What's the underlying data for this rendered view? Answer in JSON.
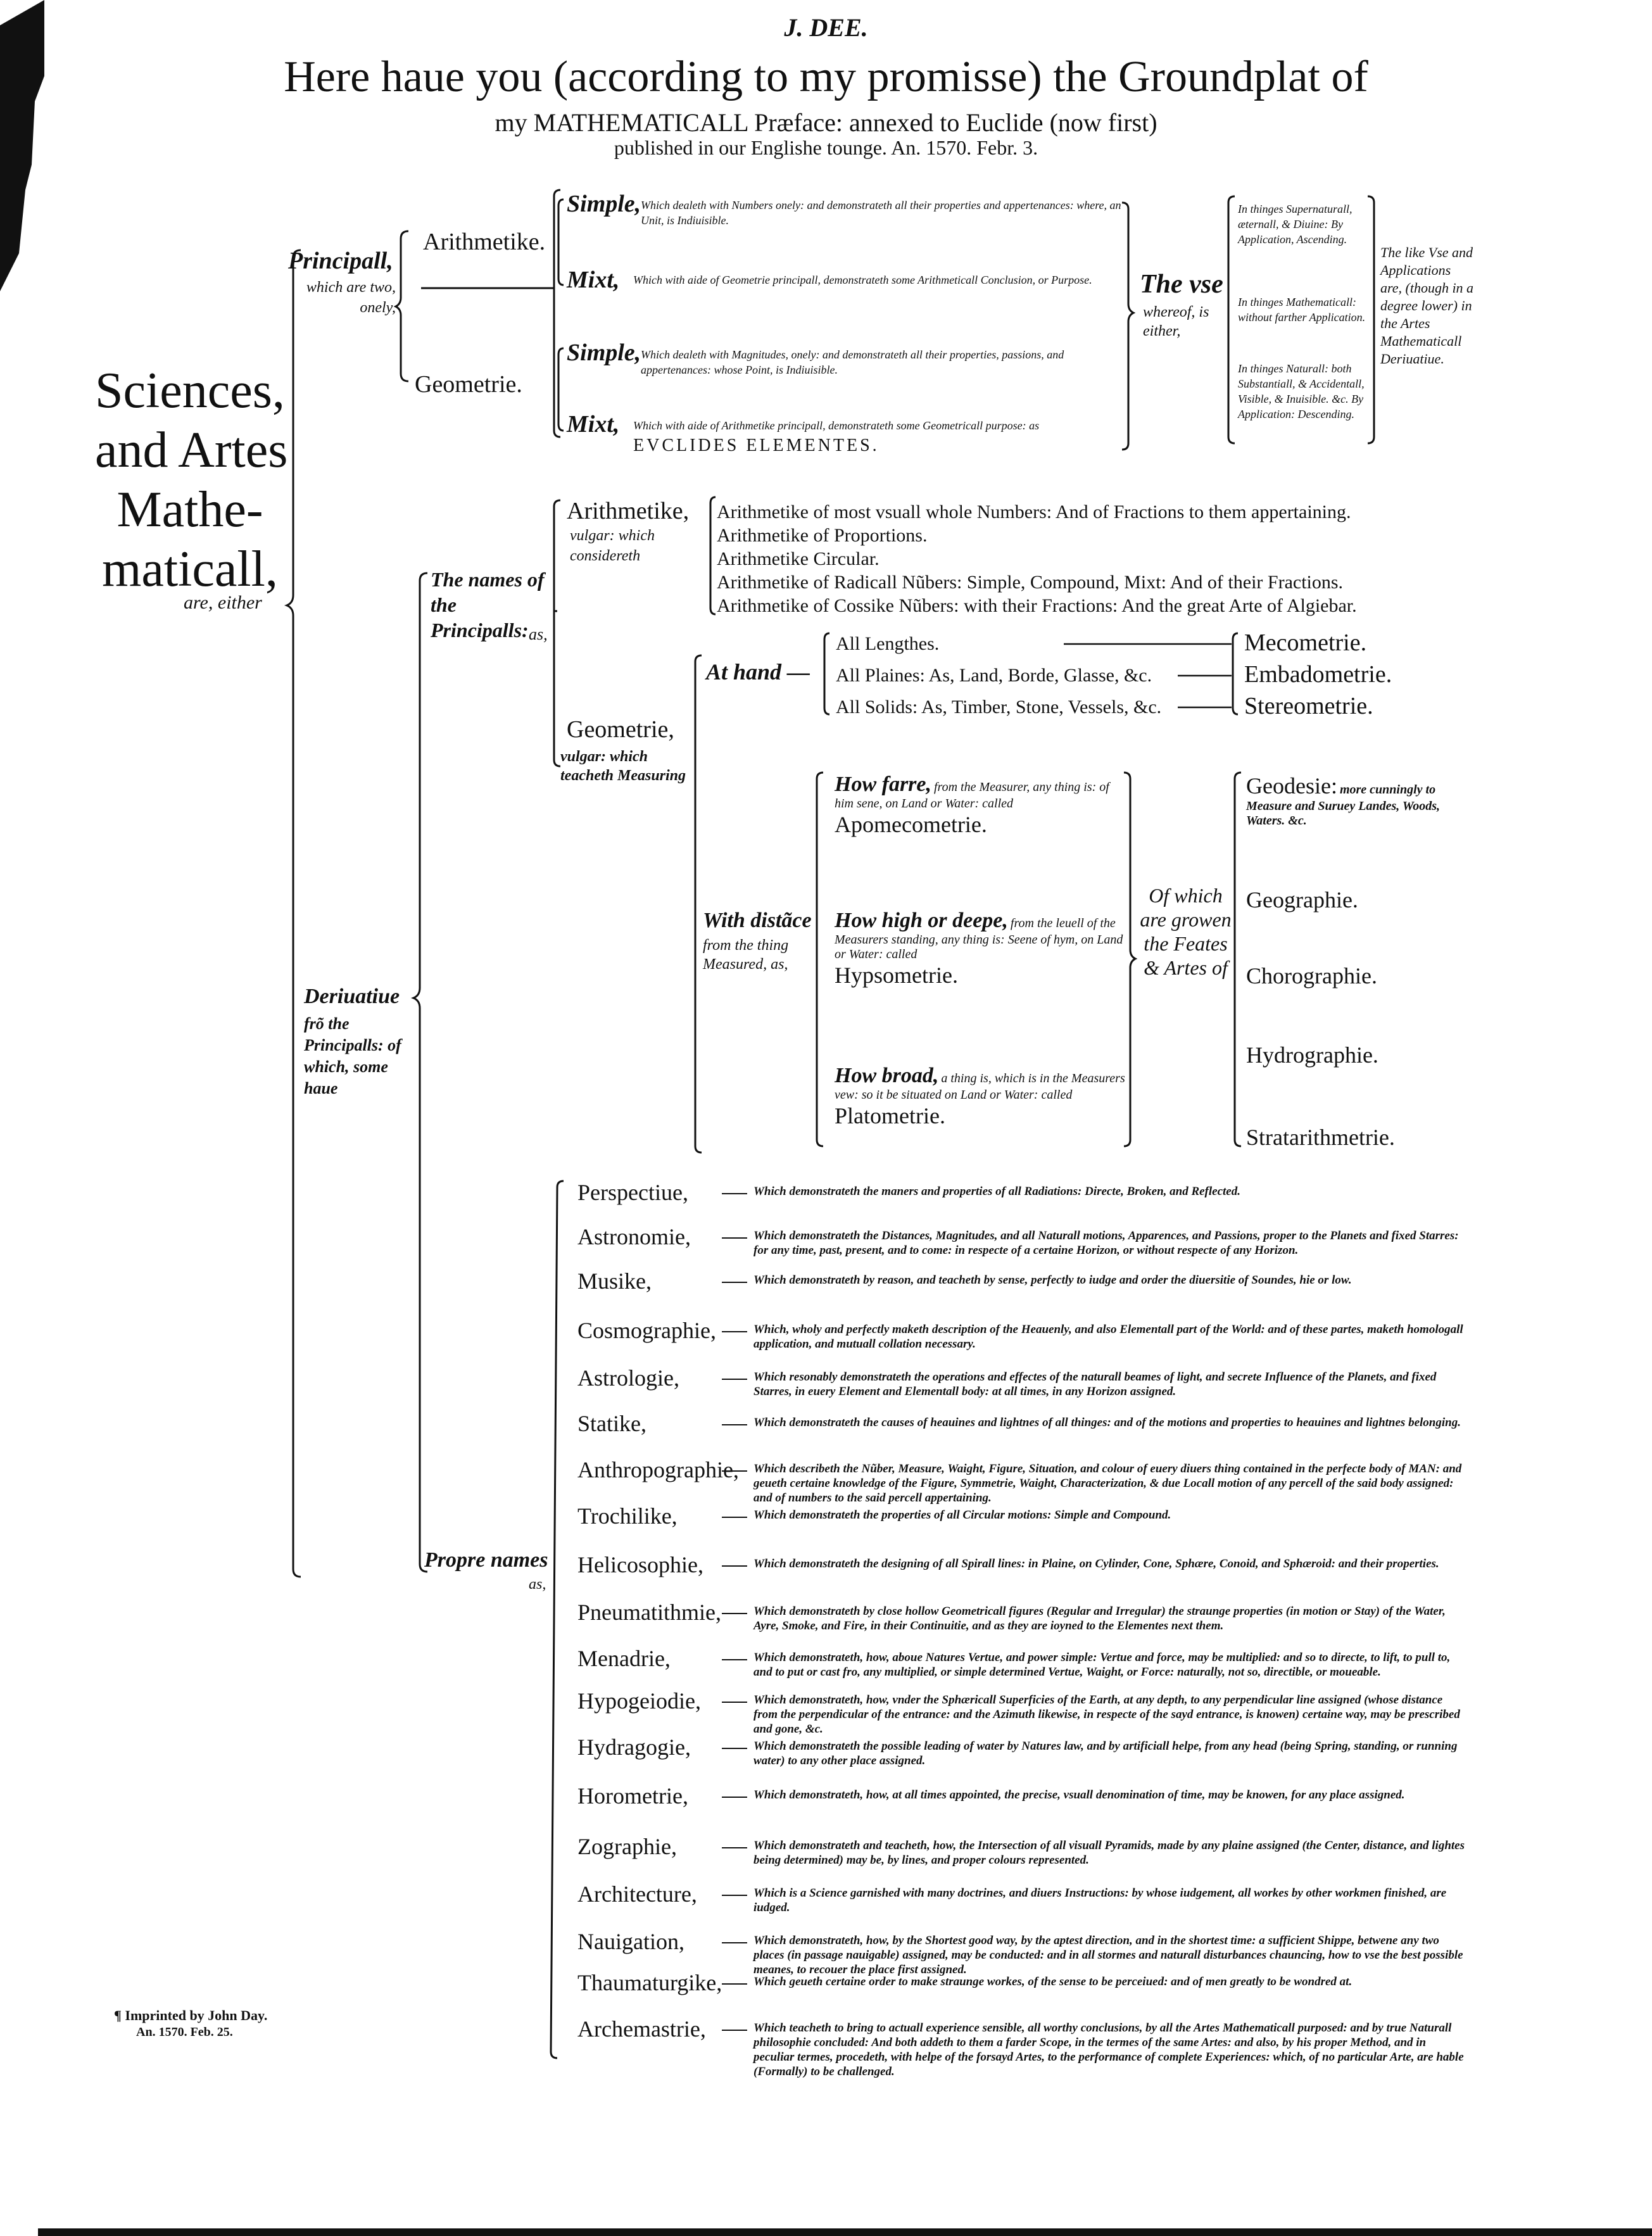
{
  "header": {
    "author": "J. DEE.",
    "title": "Here haue you (according to my promisse) the Groundplat of",
    "subtitle_1": "my MATHEMATICALL Præface: annexed to Euclide (now first)",
    "subtitle_2": "published in our Englishe tounge. An. 1570. Febr. 3."
  },
  "root": {
    "lines": [
      "Sciences,",
      "and Artes",
      "Mathe-",
      "maticall,"
    ],
    "tail": "are, either"
  },
  "principall": {
    "label": "Principall,",
    "note": "which are two, onely,",
    "arithmetike": {
      "label": "Arithmetike.",
      "simple_label": "Simple,",
      "simple_text": "Which dealeth with Numbers onely: and demonstrateth all their properties and appertenances: where, an Unit, is Indiuisible.",
      "mixt_label": "Mixt,",
      "mixt_text": "Which with aide of Geometrie principall, demonstrateth some Arithmeticall Conclusion, or Purpose."
    },
    "geometrie": {
      "label": "Geometrie.",
      "simple_label": "Simple,",
      "simple_text": "Which dealeth with Magnitudes, onely: and demonstrateth all their properties, passions, and appertenances: whose Point, is Indiuisible.",
      "mixt_label": "Mixt,",
      "mixt_text": "Which with aide of Arithmetike principall, demonstrateth some Geometricall purpose: as",
      "mixt_tail": "EVCLIDES ELEMENTES."
    },
    "use": {
      "label": "The vse",
      "label2": "whereof, is either,",
      "items": [
        "In thinges Supernaturall, æternall, & Diuine: By Application, Ascending.",
        "In thinges Mathematicall: without farther Application.",
        "In thinges Naturall: both Substantiall, & Accidentall, Visible, & Inuisible. &c. By Application: Descending."
      ],
      "like": "The like Vse and Applications are, (though in a degree lower) in the Artes Mathematicall Deriuatiue."
    }
  },
  "deriuatiue": {
    "label": "Deriuatiue",
    "note": "frõ the Principalls: of which, some haue",
    "names_label": "The names of the Principalls:",
    "names_as": "as,",
    "arith_vulgar": {
      "label": "Arithmetike,",
      "note": "vulgar: which considereth",
      "items": [
        "Arithmetike of most vsuall whole Numbers: And of Fractions to them appertaining.",
        "Arithmetike of Proportions.",
        "Arithmetike Circular.",
        "Arithmetike of Radicall Nũbers: Simple, Compound, Mixt: And of their Fractions.",
        "Arithmetike of Cossike Nũbers: with their Fractions: And the great Arte of Algiebar."
      ]
    },
    "geo_vulgar": {
      "label": "Geometrie,",
      "note": "vulgar: which teacheth Measuring",
      "at_hand": "At hand —",
      "at_hand_items": [
        {
          "thing": "All Lengthes.",
          "art": "Mecometrie."
        },
        {
          "thing": "All Plaines: As, Land, Borde, Glasse, &c.",
          "art": "Embadometrie."
        },
        {
          "thing": "All Solids: As, Timber, Stone, Vessels, &c.",
          "art": "Stereometrie."
        }
      ],
      "distance": "With distãce",
      "distance_note": "from the thing Measured, as,",
      "measures": [
        {
          "head": "How farre,",
          "text": "from the Measurer, any thing is: of him sene, on Land or Water: called",
          "name": "Apomecometrie."
        },
        {
          "head": "How high or deepe,",
          "text": "from the leuell of the Measurers standing, any thing is: Seene of hym, on Land or Water: called",
          "name": "Hypsometrie."
        },
        {
          "head": "How broad,",
          "text": "a thing is, which is in the Measurers vew: so it be situated on Land or Water: called",
          "name": "Platometrie."
        }
      ],
      "grown": "Of which are growen the Feates & Artes of",
      "feates": [
        {
          "name": "Geodesie:",
          "note": "more cunningly to Measure and Suruey Landes, Woods, Waters. &c."
        },
        {
          "name": "Geographie.",
          "note": ""
        },
        {
          "name": "Chorographie.",
          "note": ""
        },
        {
          "name": "Hydrographie.",
          "note": ""
        },
        {
          "name": "Stratarithmetrie.",
          "note": ""
        }
      ]
    },
    "propre_label": "Propre names",
    "propre_as": "as,",
    "propre": [
      {
        "name": "Perspectiue,",
        "text": "Which demonstrateth the maners and properties of all Radiations: Directe, Broken, and Reflected."
      },
      {
        "name": "Astronomie,",
        "text": "Which demonstrateth the Distances, Magnitudes, and all Naturall motions, Apparences, and Passions, proper to the Planets and fixed Starres: for any time, past, present, and to come: in respecte of a certaine Horizon, or without respecte of any Horizon."
      },
      {
        "name": "Musike,",
        "text": "Which demonstrateth by reason, and teacheth by sense, perfectly to iudge and order the diuersitie of Soundes, hie or low."
      },
      {
        "name": "Cosmographie,",
        "text": "Which, wholy and perfectly maketh description of the Heauenly, and also Elementall part of the World: and of these partes, maketh homologall application, and mutuall collation necessary."
      },
      {
        "name": "Astrologie,",
        "text": "Which resonably demonstrateth the operations and effectes of the naturall beames of light, and secrete Influence of the Planets, and fixed Starres, in euery Element and Elementall body: at all times, in any Horizon assigned."
      },
      {
        "name": "Statike,",
        "text": "Which demonstrateth the causes of heauines and lightnes of all thinges: and of the motions and properties to heauines and lightnes belonging."
      },
      {
        "name": "Anthropographie,",
        "text": "Which describeth the Nũber, Measure, Waight, Figure, Situation, and colour of euery diuers thing contained in the perfecte body of MAN: and geueth certaine knowledge of the Figure, Symmetrie, Waight, Characterization, & due Locall motion of any percell of the said body assigned: and of numbers to the said percell appertaining."
      },
      {
        "name": "Trochilike,",
        "text": "Which demonstrateth the properties of all Circular motions: Simple and Compound."
      },
      {
        "name": "Helicosophie,",
        "text": "Which demonstrateth the designing of all Spirall lines: in Plaine, on Cylinder, Cone, Sphære, Conoid, and Sphæroid: and their properties."
      },
      {
        "name": "Pneumatithmie,",
        "text": "Which demonstrateth by close hollow Geometricall figures (Regular and Irregular) the straunge properties (in motion or Stay) of the Water, Ayre, Smoke, and Fire, in their Continuitie, and as they are ioyned to the Elementes next them."
      },
      {
        "name": "Menadrie,",
        "text": "Which demonstrateth, how, aboue Natures Vertue, and power simple: Vertue and force, may be multiplied: and so to directe, to lift, to pull to, and to put or cast fro, any multiplied, or simple determined Vertue, Waight, or Force: naturally, not so, directible, or moueable."
      },
      {
        "name": "Hypogeiodie,",
        "text": "Which demonstrateth, how, vnder the Sphæricall Superficies of the Earth, at any depth, to any perpendicular line assigned (whose distance from the perpendicular of the entrance: and the Azimuth likewise, in respecte of the sayd entrance, is knowen) certaine way, may be prescribed and gone, &c."
      },
      {
        "name": "Hydragogie,",
        "text": "Which demonstrateth the possible leading of water by Natures law, and by artificiall helpe, from any head (being Spring, standing, or running water) to any other place assigned."
      },
      {
        "name": "Horometrie,",
        "text": "Which demonstrateth, how, at all times appointed, the precise, vsuall denomination of time, may be knowen, for any place assigned."
      },
      {
        "name": "Zographie,",
        "text": "Which demonstrateth and teacheth, how, the Intersection of all visuall Pyramids, made by any plaine assigned (the Center, distance, and lightes being determined) may be, by lines, and proper colours represented."
      },
      {
        "name": "Architecture,",
        "text": "Which is a Science garnished with many doctrines, and diuers Instructions: by whose iudgement, all workes by other workmen finished, are iudged."
      },
      {
        "name": "Nauigation,",
        "text": "Which demonstrateth, how, by the Shortest good way, by the aptest direction, and in the shortest time: a sufficient Shippe, betwene any two places (in passage nauigable) assigned, may be conducted: and in all stormes and naturall disturbances chauncing, how to vse the best possible meanes, to recouer the place first assigned."
      },
      {
        "name": "Thaumaturgike,",
        "text": "Which geueth certaine order to make straunge workes, of the sense to be perceiued: and of men greatly to be wondred at."
      },
      {
        "name": "Archemastrie,",
        "text": "Which teacheth to bring to actuall experience sensible, all worthy conclusions, by all the Artes Mathematicall purposed: and by true Naturall philosophie concluded: And both addeth to them a farder Scope, in the termes of the same Artes: and also, by his proper Method, and in peculiar termes, procedeth, with helpe of the forsayd Artes, to the performance of complete Experiences: which, of no particular Arte, are hable (Formally) to be challenged."
      }
    ]
  },
  "imprint": {
    "line1": "¶ Imprinted by John Day.",
    "line2": "An. 1570. Feb. 25."
  }
}
